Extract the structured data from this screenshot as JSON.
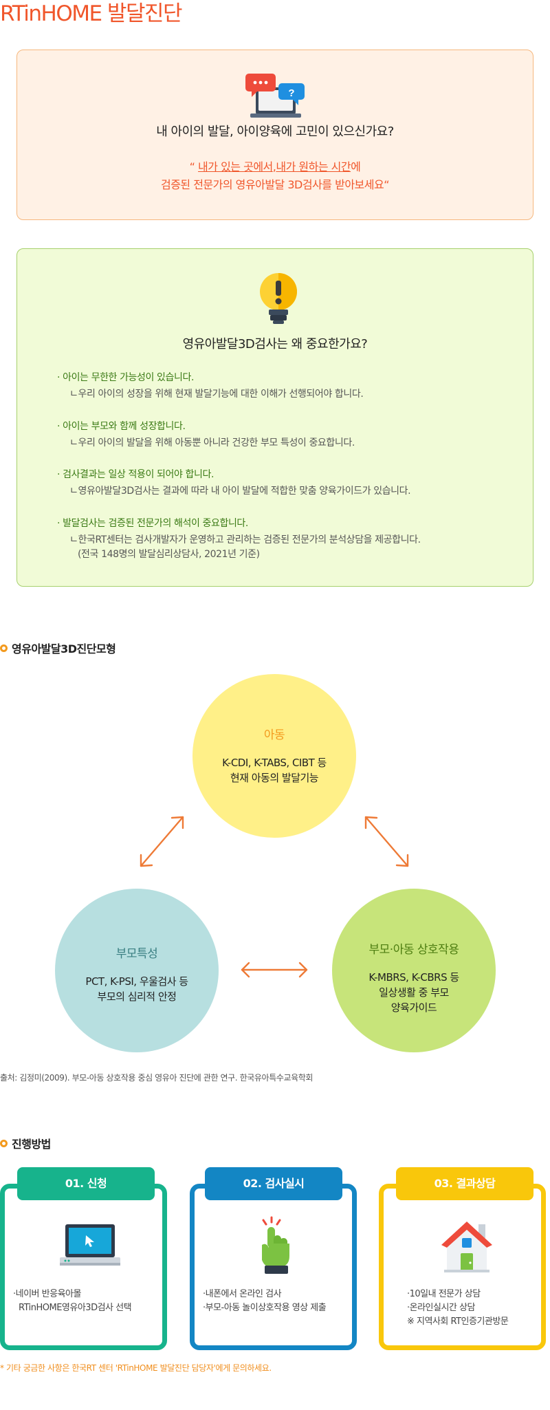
{
  "page_title": "RTinHOME 발달진단",
  "intro": {
    "question": "내 아이의 발달, 아이양육에 고민이 있으신가요?",
    "quote_open": "“ ",
    "quote_part1": "내가 있는 곳에서",
    "quote_sep": ",",
    "quote_part2": "내가 원하는 시간",
    "quote_part3": "에",
    "quote_line2": "검증된 전문가의 영유아발달 3D검사를 받아보세요“",
    "icon": "chat-bubbles-icon"
  },
  "why": {
    "question": "영유아발달3D검사는 왜 중요한가요?",
    "icon": "lightbulb-icon",
    "points": [
      {
        "title": "· 아이는 무한한 가능성이 있습니다.",
        "desc": "ㄴ우리 아이의 성장을 위해 현재 발달기능에 대한 이해가 선행되어야 합니다."
      },
      {
        "title": "· 아이는 부모와 함께 성장합니다.",
        "desc": "ㄴ우리 아이의 발달을 위해 아동뿐 아니라 건강한 부모 특성이 중요합니다."
      },
      {
        "title": "· 검사결과는 일상 적용이 되어야 합니다.",
        "desc": "ㄴ영유아발달3D검사는 결과에 따라 내 아이 발달에 적합한 맞춤 양육가이드가 있습니다."
      },
      {
        "title": "· 발달검사는 검증된 전문가의 해석이 중요합니다.",
        "desc": "ㄴ한국RT센터는 검사개발자가 운영하고 관리하는 검증된 전문가의 분석상담을 제공합니다.",
        "desc2": "(전국 148명의 발달심리상담사, 2021년 기준)"
      }
    ]
  },
  "model": {
    "title": "영유아발달3D진단모형",
    "child": {
      "title": "아동",
      "line1": "K-CDI, K-TABS, CIBT 등",
      "line2": "현재 아동의 발달기능",
      "color": "#fff088"
    },
    "parent": {
      "title": "부모특성",
      "line1": "PCT, K-PSI, 우울검사 등",
      "line2": "부모의 심리적 안정",
      "color": "#b7dfe0"
    },
    "interaction": {
      "title": "부모·아동 상호작용",
      "line1": "K-MBRS, K-CBRS 등",
      "line2": "일상생활 중 부모",
      "line3": "양육가이드",
      "color": "#c7e47a"
    },
    "source": "출처: 김정미(2009). 부모-아동 상호작용 중심 영유아 진단에 관한 연구. 한국유아특수교육학회"
  },
  "process": {
    "title": "진행방법",
    "steps": [
      {
        "label": "01. 신청",
        "icon": "laptop-icon",
        "line1": "·네이버 반응육아몰",
        "line2": "RTinHOME영유아3D검사 선택",
        "color": "#17b38c"
      },
      {
        "label": "02. 검사실시",
        "icon": "hand-click-icon",
        "line1": "·내폰에서 온라인 검사",
        "line2": "·부모-아동 놀이상호작용 영상 제출",
        "color": "#1386c4"
      },
      {
        "label": "03. 결과상담",
        "icon": "house-icon",
        "line1": "·10일내 전문가 상담",
        "line2": "·온라인실시간 상담",
        "line3": "※ 지역사회 RT인증기관방문",
        "color": "#f9c70b"
      }
    ],
    "note": "* 기타 궁금한 사항은 한국RT 센터 'RTinHOME 발달진단 담당자'에게 문의하세요."
  }
}
